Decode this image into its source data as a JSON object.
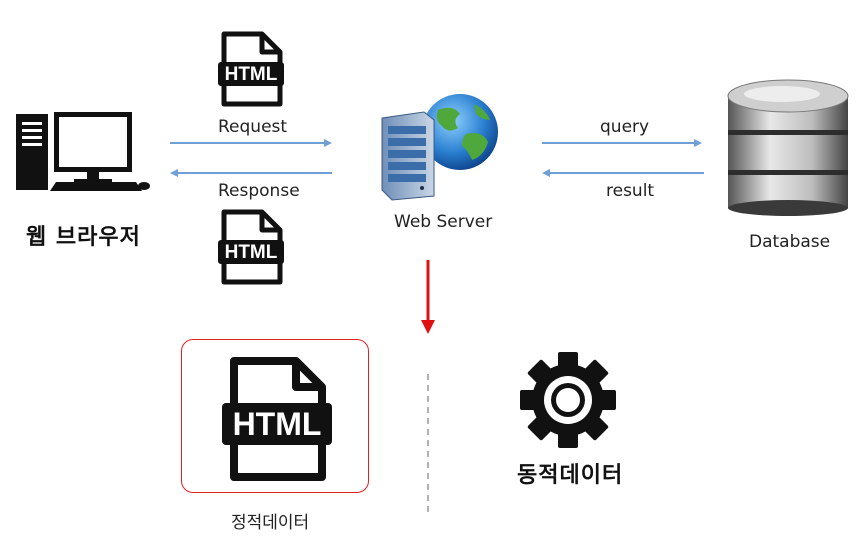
{
  "browser": {
    "label": "웹 브라우저"
  },
  "server": {
    "label": "Web Server"
  },
  "database": {
    "label": "Database"
  },
  "request": {
    "label": "Request",
    "doc_text": "HTML"
  },
  "response": {
    "label": "Response",
    "doc_text": "HTML"
  },
  "query": {
    "label": "query"
  },
  "result": {
    "label": "result"
  },
  "static_data": {
    "label": "정적데이터",
    "doc_text": "HTML"
  },
  "dynamic_data": {
    "label": "동적데이터"
  },
  "colors": {
    "arrow": "#6f9fd6",
    "down_arrow": "#e01010",
    "highlight": "#d22222"
  }
}
